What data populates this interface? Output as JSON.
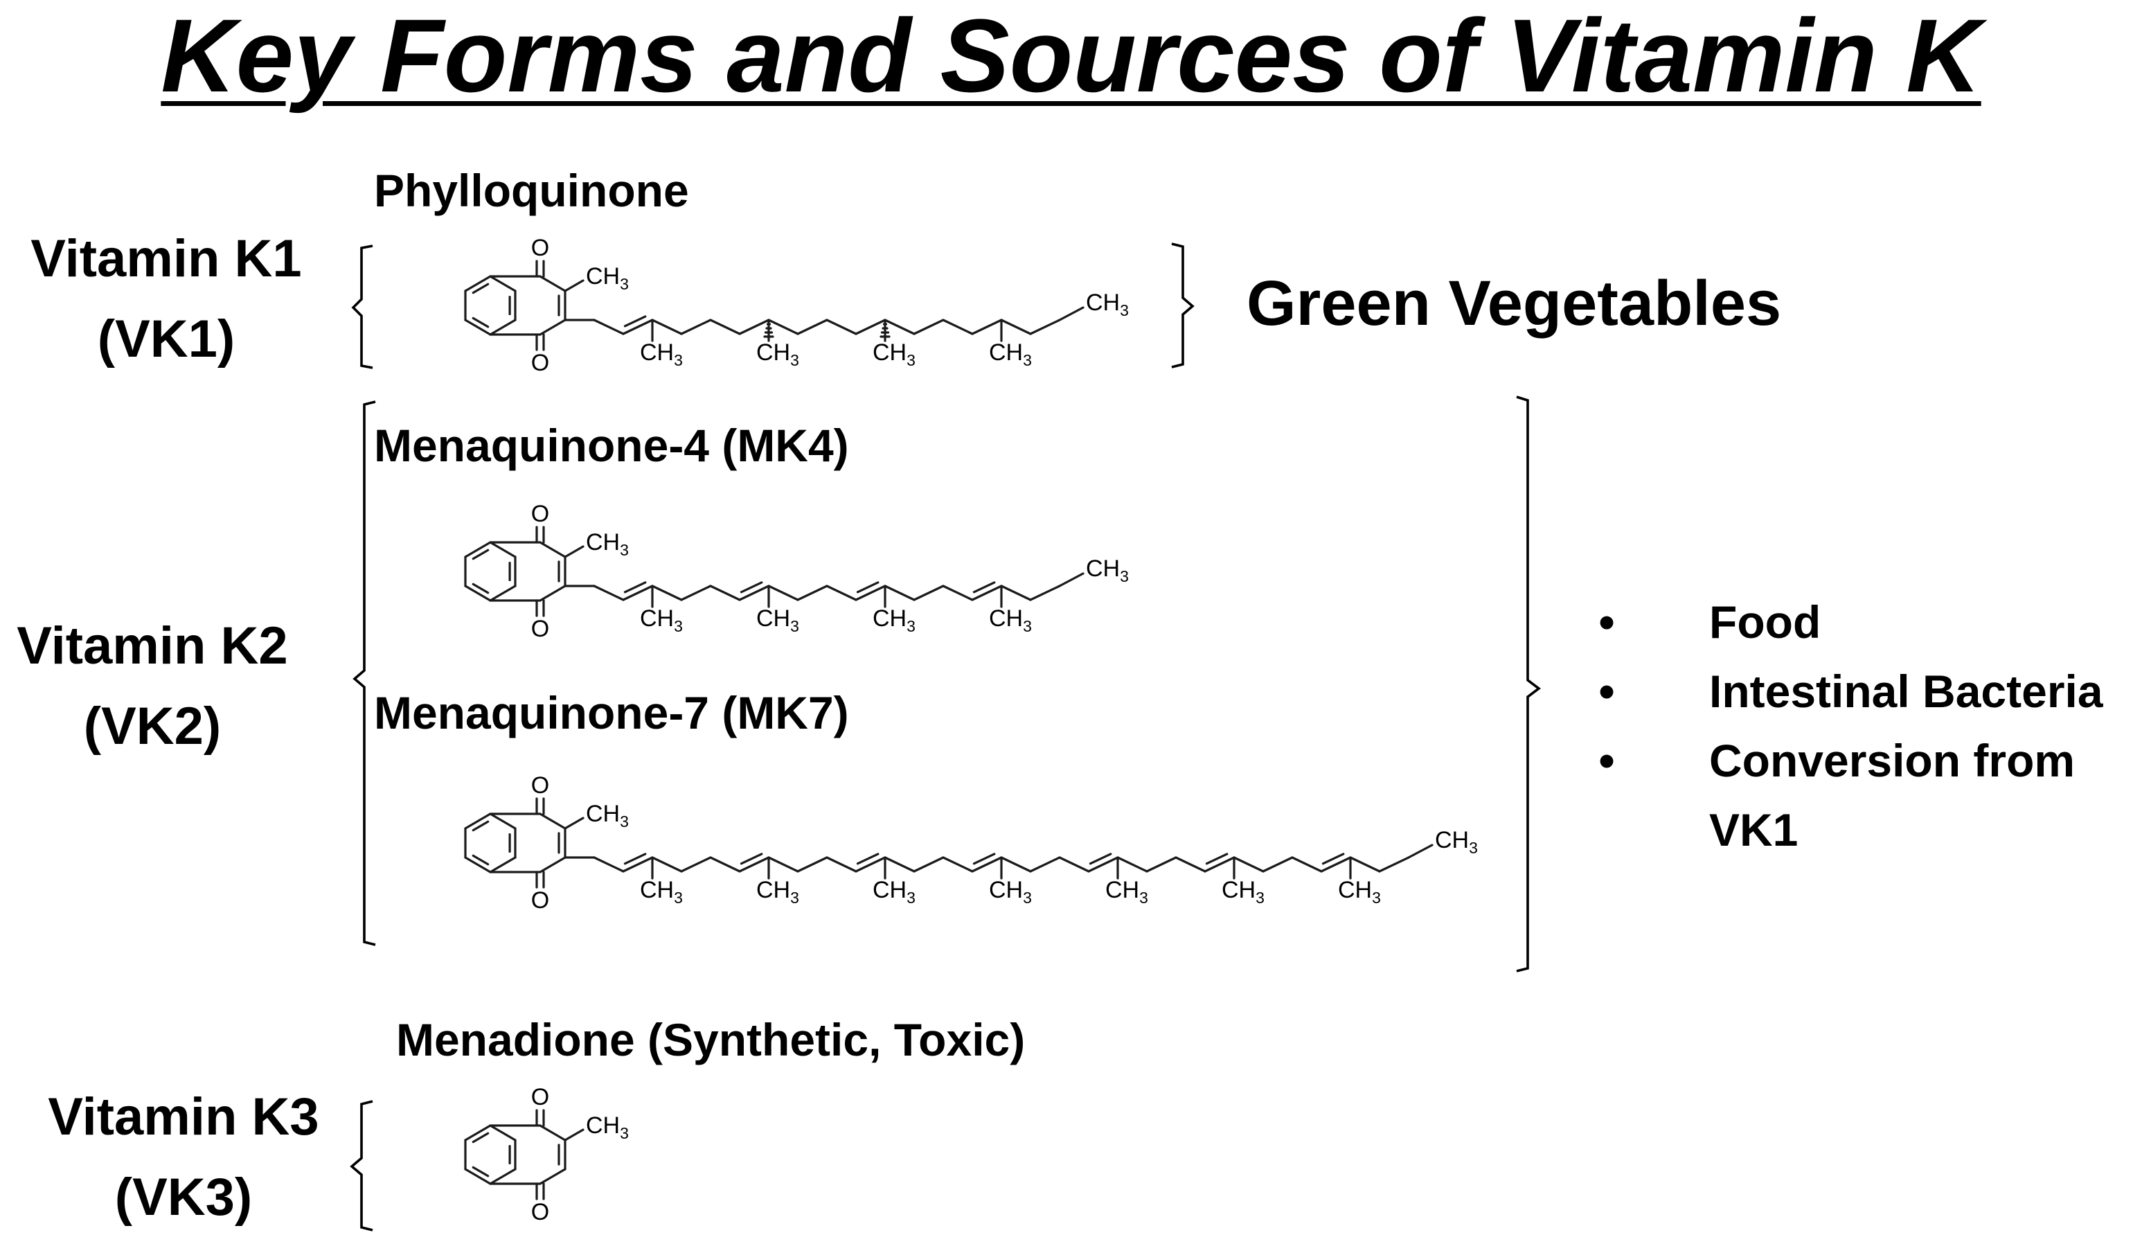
{
  "title": "Key Forms and Sources of Vitamin K",
  "groups": {
    "k1": {
      "line1": "Vitamin K1",
      "line2": "(VK1)"
    },
    "k2": {
      "line1": "Vitamin K2",
      "line2": "(VK2)"
    },
    "k3": {
      "line1": "Vitamin K3",
      "line2": "(VK3)"
    }
  },
  "compounds": {
    "phylloquinone": "Phylloquinone",
    "mk4": "Menaquinone-4 (MK4)",
    "mk7": "Menaquinone-7 (MK7)",
    "menadione": "Menadione (Synthetic, Toxic)"
  },
  "sources": {
    "k1": "Green Vegetables",
    "k2": [
      "Food",
      "Intestinal Bacteria",
      "Conversion from",
      "VK1"
    ],
    "bullet": "•"
  },
  "atom_labels": {
    "oxygen": "O",
    "methyl_main": "CH",
    "methyl_sub": "3"
  }
}
